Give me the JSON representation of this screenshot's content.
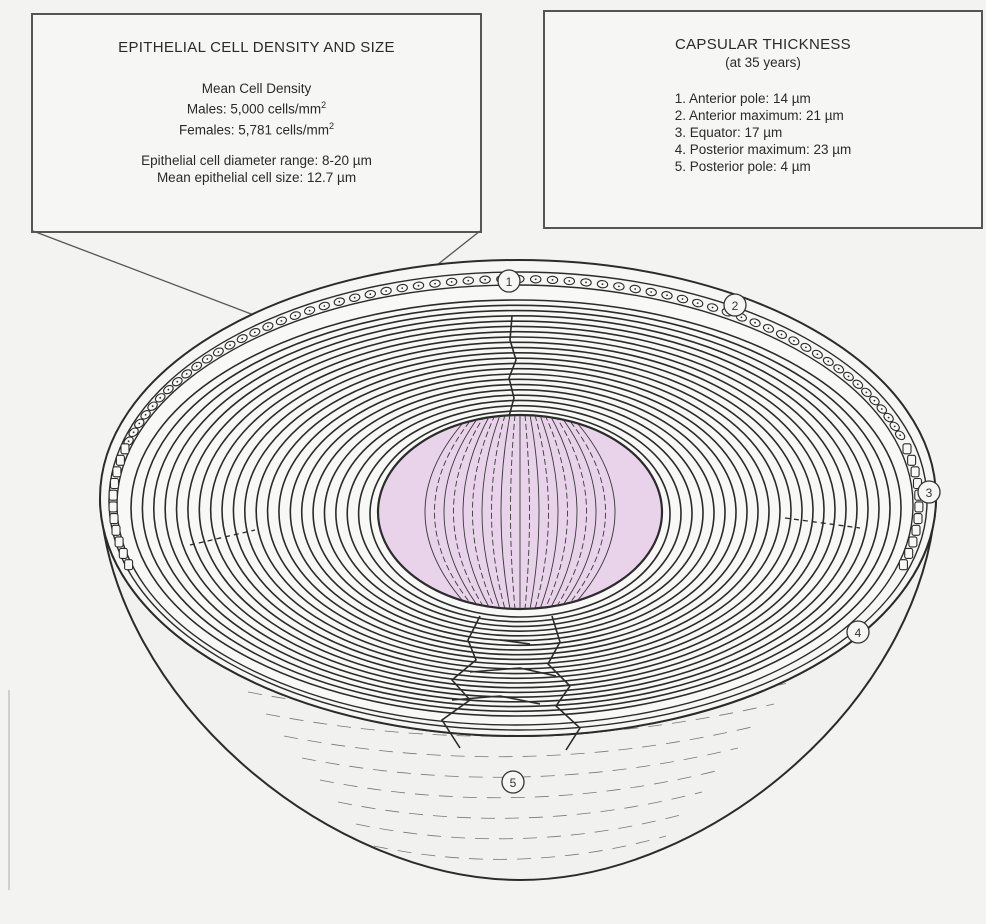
{
  "epithelial_box": {
    "title": "EPITHELIAL CELL DENSITY AND SIZE",
    "density_heading": "Mean Cell Density",
    "males_text": "Males: 5,000 cells/mm",
    "males_sup": "2",
    "females_text": "Females: 5,781 cells/mm",
    "females_sup": "2",
    "diameter_range": "Epithelial cell diameter range:  8-20  µm",
    "mean_size": "Mean epithelial cell size: 12.7  µm"
  },
  "capsular_box": {
    "title": "CAPSULAR THICKNESS",
    "subtitle": "(at  35 years)",
    "items": [
      "1. Anterior  pole: 14 µm",
      "2. Anterior maximum: 21 µm",
      "3. Equator: 17 µm",
      "4. Posterior maximum: 23 µm",
      "5. Posterior pole: 4 µm"
    ]
  },
  "markers": [
    "1",
    "2",
    "3",
    "4",
    "5"
  ],
  "colors": {
    "nucleus_fill": "#e9d3ea",
    "line": "#2b2b2b",
    "background": "#f3f3f2"
  }
}
